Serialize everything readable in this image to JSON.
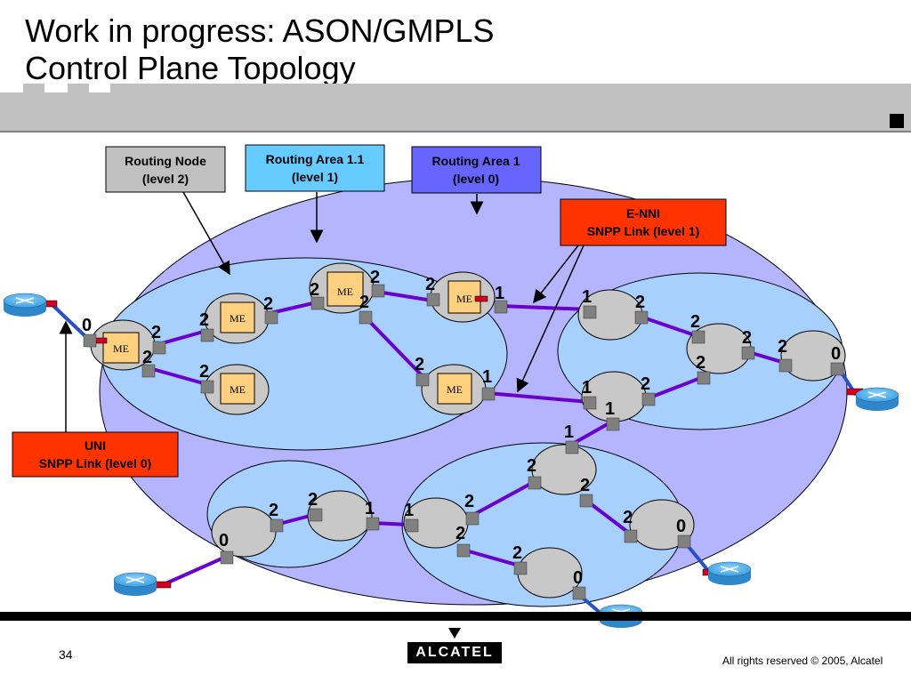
{
  "title": {
    "line1": "Work in progress: ASON/GMPLS",
    "line2": "Control Plane Topology"
  },
  "callouts": {
    "routing_node": [
      "Routing Node",
      "(level 2)"
    ],
    "routing_area_1_1": [
      "Routing Area 1.1",
      "(level 1)"
    ],
    "routing_area_1": [
      "Routing Area 1",
      "(level 0)"
    ],
    "enni": [
      "E-NNI",
      "SNPP Link (level 1)"
    ],
    "uni": [
      "UNI",
      "SNPP Link (level 0)"
    ]
  },
  "me_label": "ME",
  "footer": {
    "page_number": "34",
    "copyright": "All rights reserved © 2005, Alcatel",
    "logo": "ALCATEL"
  },
  "colors": {
    "outer_area": "#b4b4ff",
    "sub_area": "#a8d0ff",
    "node": "#c8c8c8",
    "link": "#6a00cc",
    "uni_link": "#2a50c8",
    "me_box": "#ffd080",
    "port": "#808080",
    "callout_gray": "#c0c0c0",
    "callout_cyan": "#66ccff",
    "callout_blue": "#6666ff",
    "callout_red": "#ff3300"
  }
}
